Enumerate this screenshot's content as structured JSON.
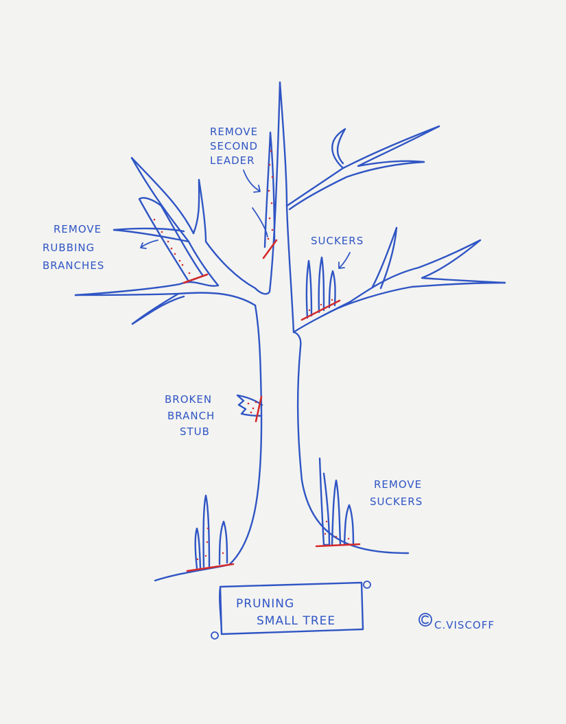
{
  "labels": {
    "second_leader": [
      "REMOVE",
      "SECOND",
      "LEADER"
    ],
    "rubbing": [
      "REMOVE",
      "RUBBING",
      "BRANCHES"
    ],
    "suckers_top": [
      "SUCKERS"
    ],
    "broken": [
      "BROKEN",
      "BRANCH",
      "STUB"
    ],
    "suckers_bottom": [
      "REMOVE",
      "SUCKERS"
    ]
  },
  "title_box": {
    "line1": "PRUNING",
    "line2": "SMALL TREE"
  },
  "signature": "C.VISCOFF",
  "colors": {
    "ink": "#2f55c4",
    "cut": "#d42a2a",
    "paper": "#f3f3f1"
  }
}
